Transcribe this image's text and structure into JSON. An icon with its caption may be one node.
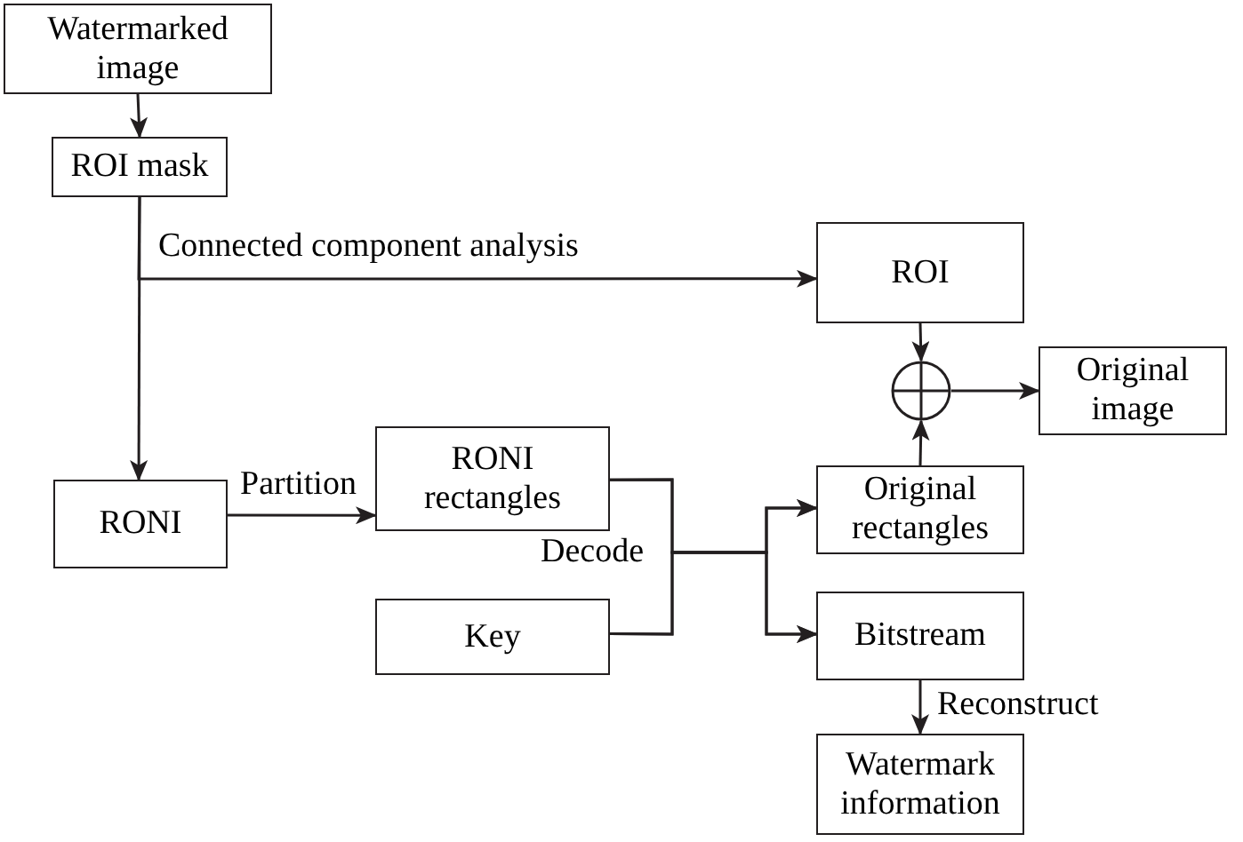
{
  "diagram": {
    "nodes": [
      {
        "text": [
          "Watermarked image"
        ]
      },
      {
        "text": [
          "ROI mask"
        ]
      },
      {
        "text": [
          "ROI"
        ]
      },
      {
        "text": [],
        "shape": "circle"
      },
      {
        "text": [
          "Original image"
        ]
      },
      {
        "text": [
          "RONI"
        ]
      },
      {
        "text": [
          "RONI rectangles"
        ]
      },
      {
        "text": [
          "Original rectangles"
        ]
      },
      {
        "text": [
          "Key"
        ]
      },
      {
        "text": [
          "Bitstream"
        ]
      },
      {
        "text": [
          "Watermark information"
        ]
      }
    ],
    "edges": [
      {
        "from": 0,
        "to": 1,
        "arrow": "to"
      },
      {
        "from": 1,
        "to": 2,
        "arrow": "to",
        "label": "Connected component analysis"
      },
      {
        "from": 1,
        "to": 5,
        "arrow": "to"
      },
      {
        "from": 2,
        "to": 3,
        "arrow": "to"
      },
      {
        "from": 3,
        "to": 4,
        "arrow": "to"
      },
      {
        "from": 7,
        "to": 3,
        "arrow": "to"
      },
      {
        "from": 5,
        "to": 6,
        "arrow": "to",
        "label": "Partition"
      },
      {
        "from": 6,
        "to": 7,
        "arrow": "to",
        "label": "Decode"
      },
      {
        "from": 6,
        "to": 9,
        "arrow": "to"
      },
      {
        "from": 8,
        "to": 7,
        "arrow": "to"
      },
      {
        "from": 8,
        "to": 9,
        "arrow": "to"
      },
      {
        "from": 9,
        "to": 10,
        "arrow": "to",
        "label": "Reconstruct"
      }
    ]
  }
}
